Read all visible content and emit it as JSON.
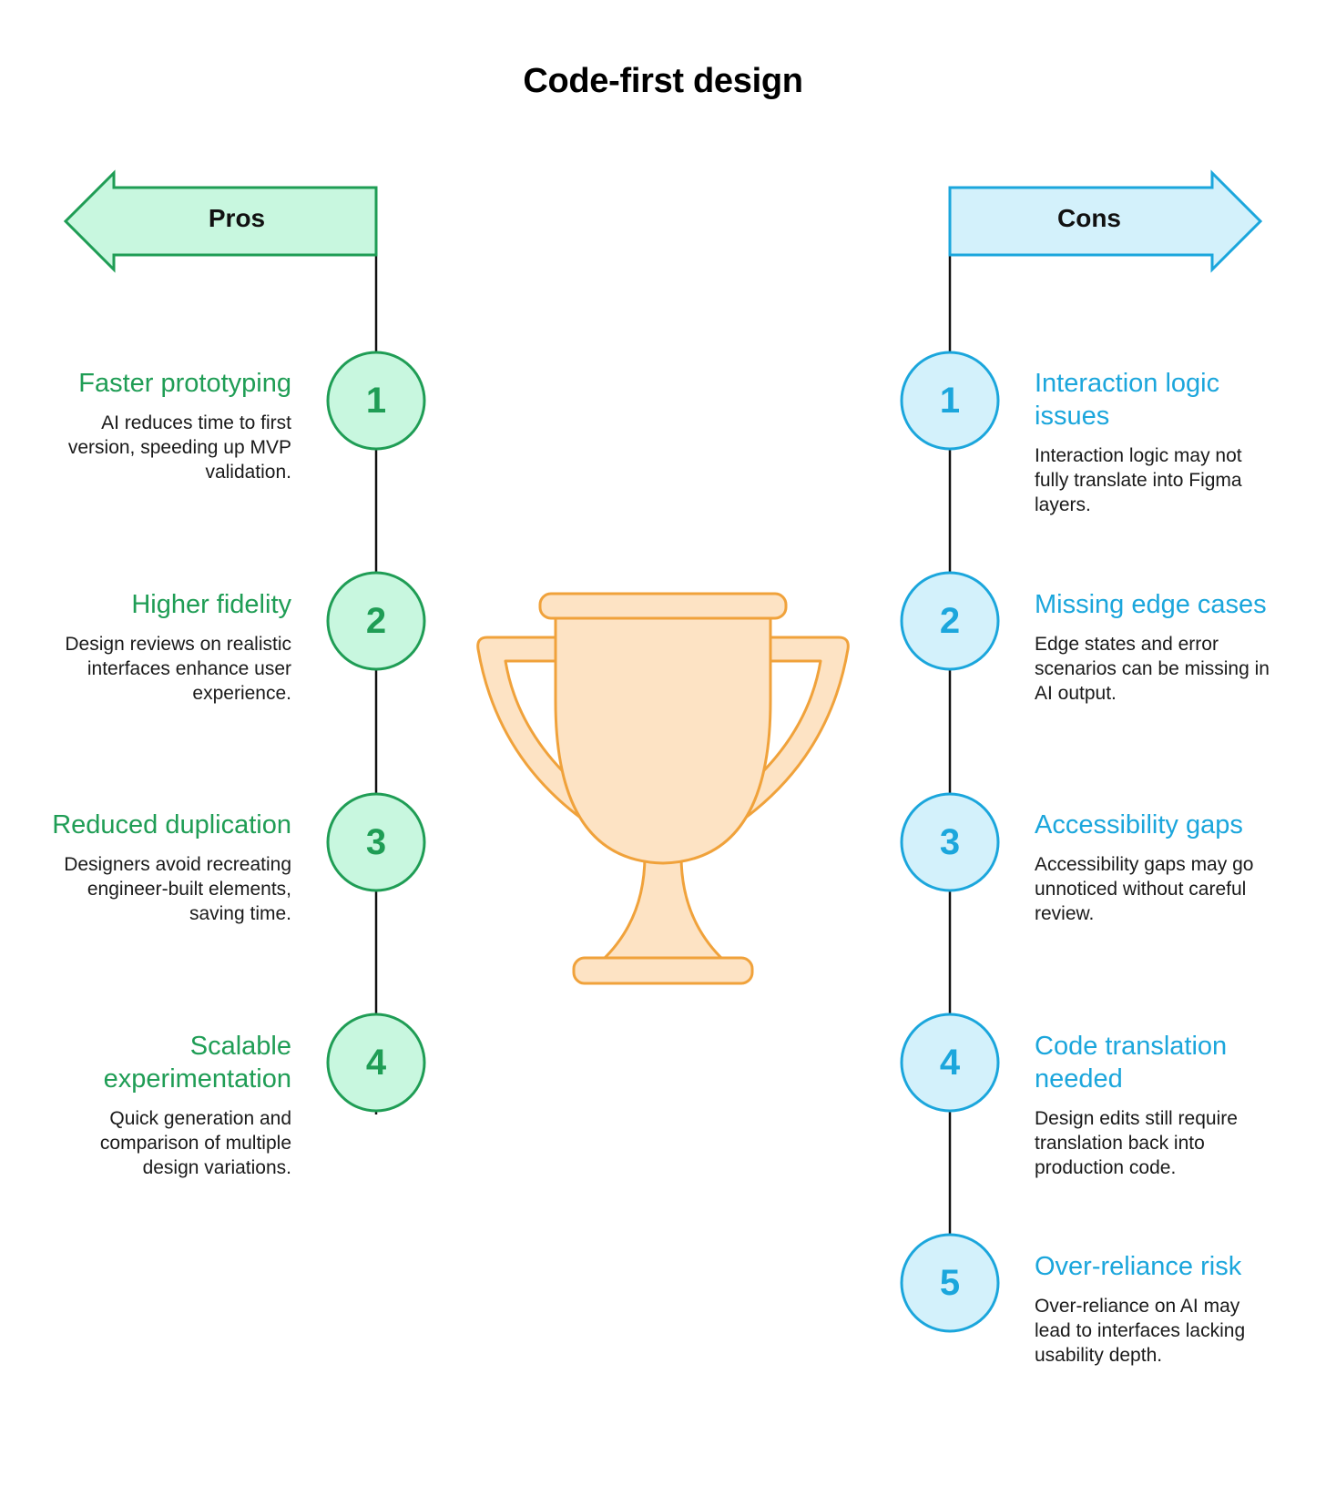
{
  "title": "Code-first design",
  "pros": {
    "label": "Pros",
    "items": [
      {
        "number": "1",
        "title": "Faster prototyping",
        "description": "AI reduces time to first version, speeding up MVP validation."
      },
      {
        "number": "2",
        "title": "Higher fidelity",
        "description": "Design reviews on realistic interfaces enhance user experience."
      },
      {
        "number": "3",
        "title": "Reduced duplication",
        "description": "Designers avoid recreating engineer-built elements, saving time."
      },
      {
        "number": "4",
        "title": "Scalable experimentation",
        "description": "Quick generation and comparison of multiple design variations."
      }
    ]
  },
  "cons": {
    "label": "Cons",
    "items": [
      {
        "number": "1",
        "title": "Interaction logic issues",
        "description": "Interaction logic may not fully translate into Figma layers."
      },
      {
        "number": "2",
        "title": "Missing edge cases",
        "description": "Edge states and error scenarios can be missing in AI output."
      },
      {
        "number": "3",
        "title": "Accessibility gaps",
        "description": "Accessibility gaps may go unnoticed without careful review."
      },
      {
        "number": "4",
        "title": "Code translation needed",
        "description": "Design edits still require translation back into production code."
      },
      {
        "number": "5",
        "title": "Over-reliance risk",
        "description": "Over-reliance on AI may lead to interfaces lacking usability depth."
      }
    ]
  },
  "colors": {
    "pro_stroke": "#1f9d55",
    "pro_fill": "#c8f7df",
    "con_stroke": "#1ba6dc",
    "con_fill": "#d3f1fb",
    "trophy_stroke": "#f0a23b",
    "trophy_fill": "#fde3c4",
    "line": "#111111"
  },
  "icons": {
    "center": "trophy-icon"
  }
}
